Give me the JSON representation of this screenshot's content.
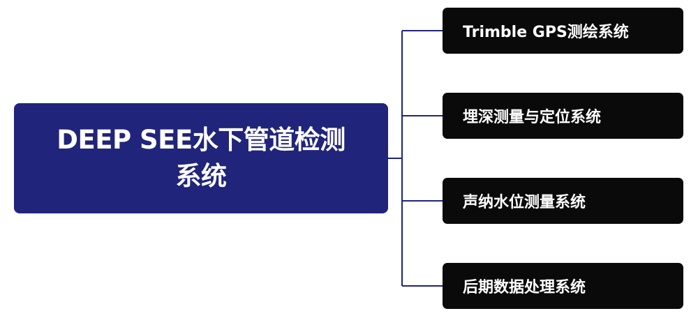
{
  "diagram": {
    "root": {
      "label_line1": "DEEP SEE水下管道检测",
      "label_line2": "系统"
    },
    "children": [
      {
        "label": "Trimble GPS测绘系统"
      },
      {
        "label": "埋深测量与定位系统"
      },
      {
        "label": "声纳水位测量系统"
      },
      {
        "label": "后期数据处理系统"
      }
    ]
  },
  "colors": {
    "root_fill": "#20247a",
    "child_fill": "#0a0a0a",
    "connector": "#20247a",
    "text": "#ffffff"
  }
}
